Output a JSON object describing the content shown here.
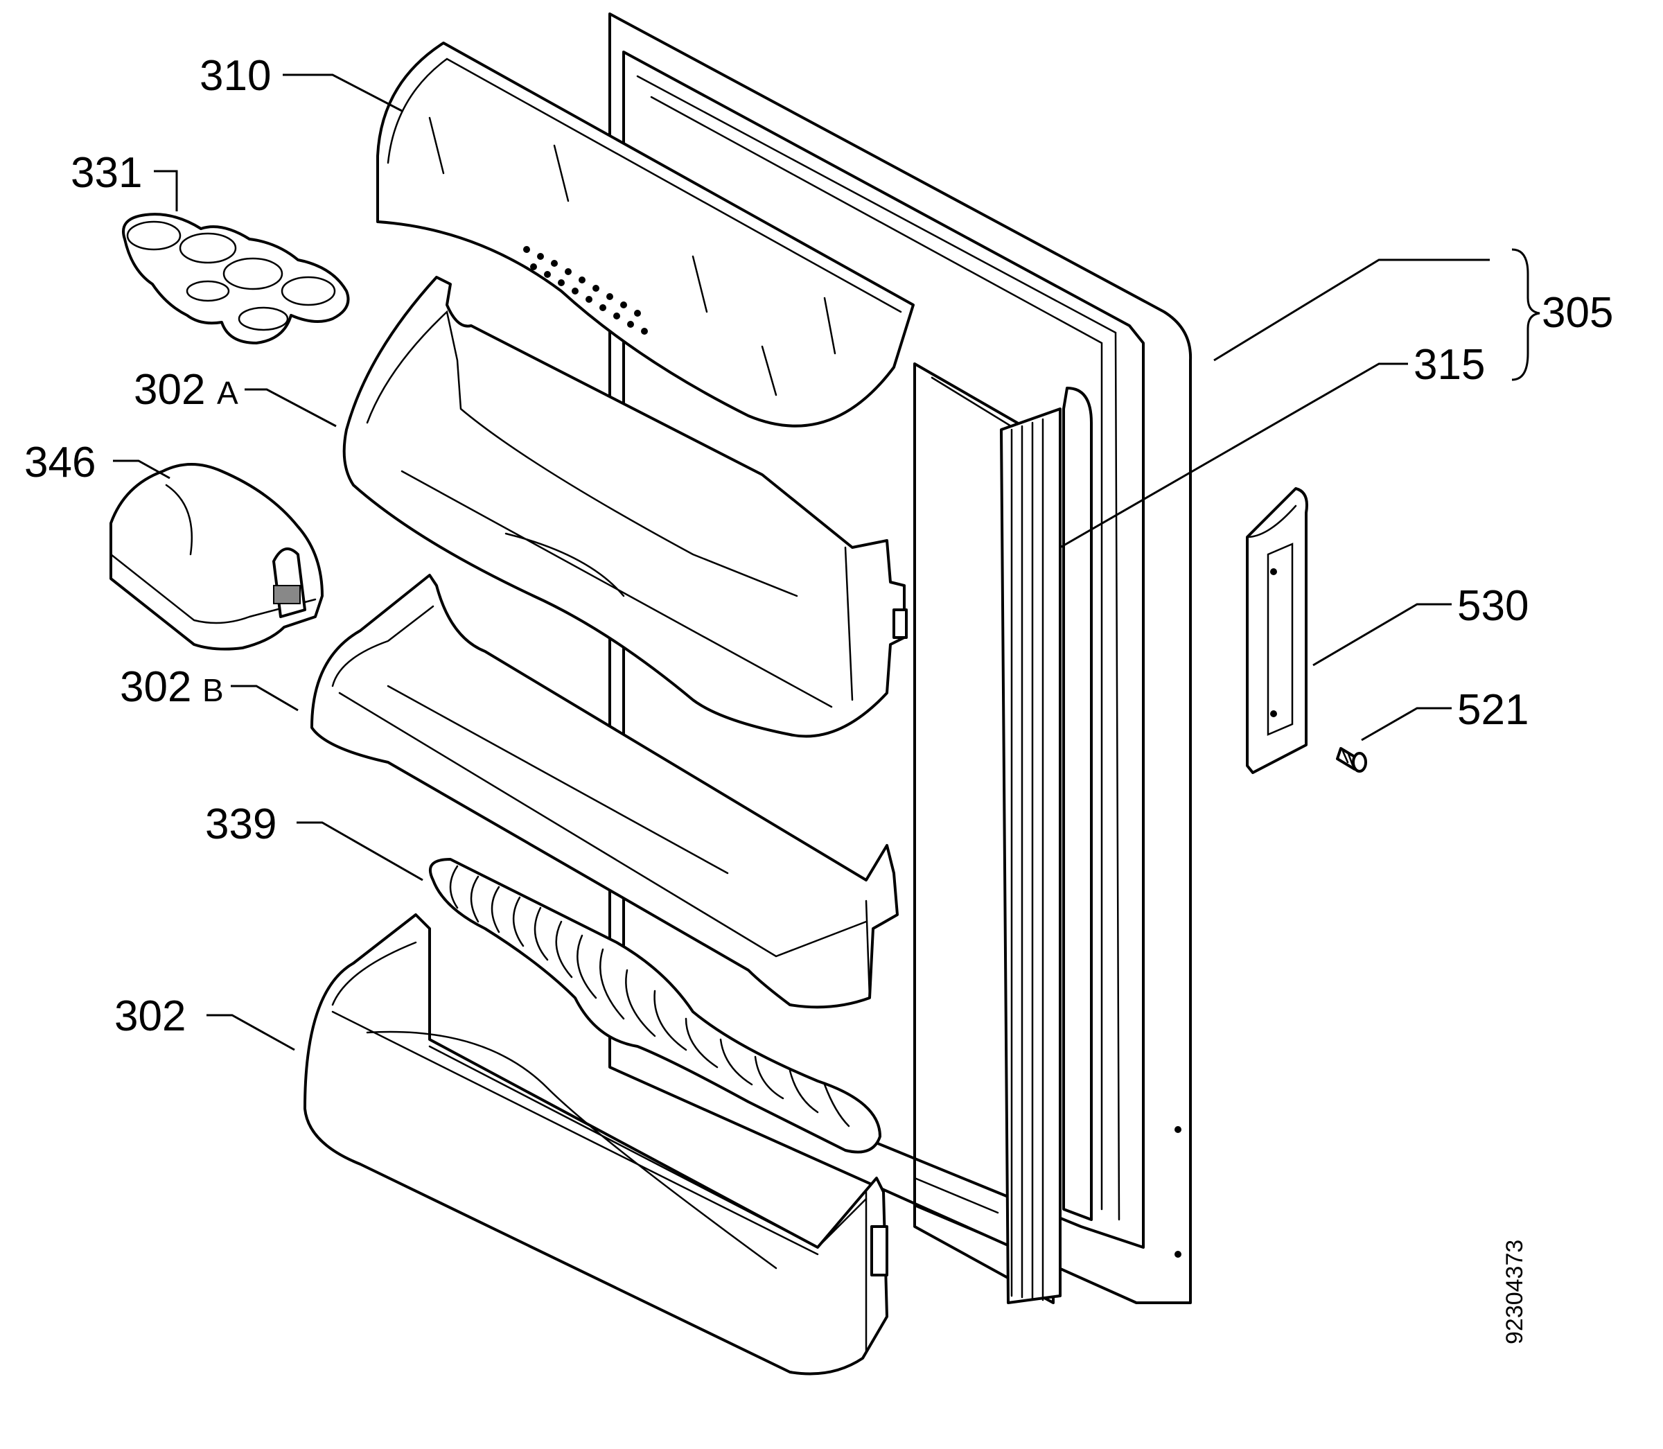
{
  "diagram": {
    "labels": {
      "door_shelf_top": "310",
      "egg_tray": "331",
      "door_shelf_a_num": "302",
      "door_shelf_a_suffix": "A",
      "butter_box": "346",
      "door_shelf_b_num": "302",
      "door_shelf_b_suffix": "B",
      "bottle_retainer": "339",
      "door_shelf_bottom": "302",
      "door_assembly": "305",
      "door_gasket": "315",
      "handle": "530",
      "screw": "521"
    },
    "document_number": "92304373"
  }
}
